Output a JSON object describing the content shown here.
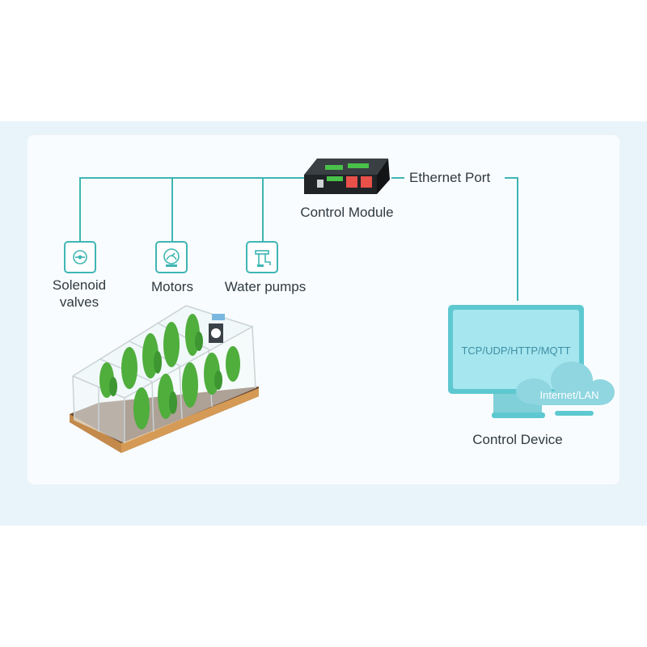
{
  "nodes": {
    "ethernet_port": "Ethernet Port",
    "control_module": "Control Module",
    "solenoid_valves_line1": "Solenoid",
    "solenoid_valves_line2": "valves",
    "motors": "Motors",
    "water_pumps": "Water pumps",
    "control_device": "Control Device",
    "protocols": "TCP/UDP/HTTP/MQTT",
    "network": "Internet/LAN"
  },
  "icons": {
    "solenoid": "solenoid-valve-icon",
    "motor": "motor-icon",
    "pump": "water-pump-icon"
  },
  "colors": {
    "connector": "#3fb6b4",
    "monitor": "#5ec8d0",
    "screen": "#a6e6ef",
    "cloud": "#8fd6e0",
    "band_background": "#e9f4fa"
  }
}
